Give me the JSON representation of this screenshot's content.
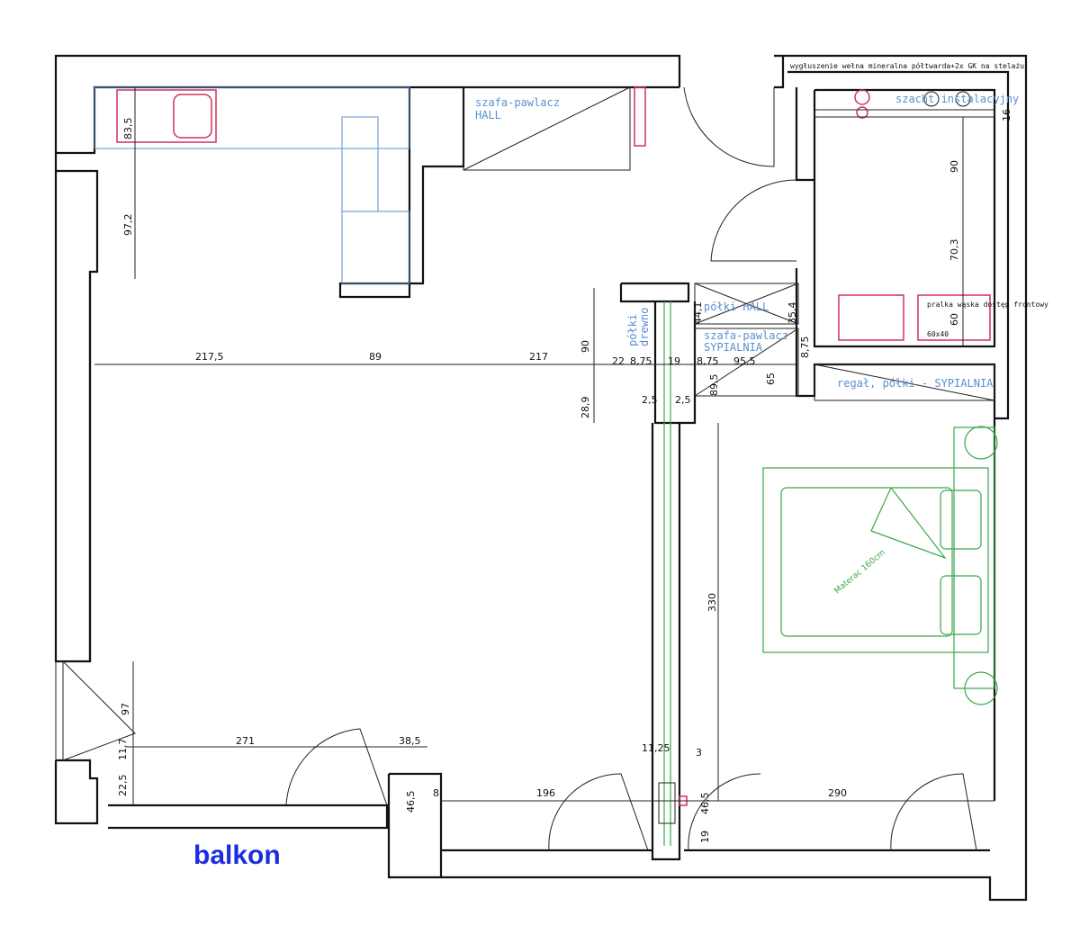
{
  "labels": {
    "wardrobe_hall": [
      "szafa-pawlacz",
      "HALL"
    ],
    "insulation_note": "wygłuszenie wełna mineralna półtwarda+2x GK na stelażu",
    "installation_shaft": "szacht instalacyjny",
    "washer": "pralka wąska dostęp frontowy",
    "washer_size": "60x40",
    "shelves_hall": "półki HALL",
    "wardrobe_bedroom": [
      "szafa-pawlacz",
      "SYPIALNIA"
    ],
    "rack_bedroom": "regał, półki - SYPIALNIA",
    "shelves_wood": [
      "półki",
      "drewno"
    ],
    "mattress": "Materac 160cm",
    "balcony": "balkon"
  },
  "dimensions": {
    "kitchen_depth": "83,5",
    "kitchen_window": "97,2",
    "living_w1": "217,5",
    "living_w2": "89",
    "living_w3": "217",
    "v90": "90",
    "v28_9": "28,9",
    "d22": "22",
    "d8_75a": "8,75",
    "d19": "19",
    "d8_75b": "8,75",
    "d95_5": "95,5",
    "d44_1": "44,1",
    "d35_4": "35,4",
    "d8_75c": "8,75",
    "d89_5": "89,5",
    "d65": "65",
    "d2_5a": "2,5",
    "d2_5b": "2,5",
    "bath16": "16",
    "bath90": "90",
    "bath70_3": "70,3",
    "bath60": "60",
    "bed330": "330",
    "door97": "97",
    "d11_7": "11,7",
    "d22_5": "22,5",
    "d271": "271",
    "d38_5": "38,5",
    "d46_5a": "46,5",
    "d8": "8",
    "d196": "196",
    "d11_25": "11,25",
    "d3": "3",
    "d46_5b": "46,5",
    "d19b": "19",
    "d290": "290"
  }
}
